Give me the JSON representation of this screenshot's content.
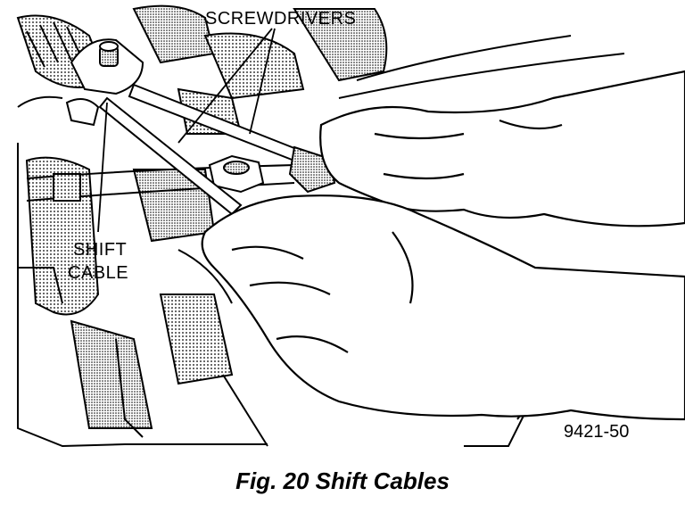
{
  "labels": {
    "screwdrivers": "SCREWDRIVERS",
    "shift_line1": "SHIFT",
    "shift_line2": "CABLE",
    "figure_code": "9421-50"
  },
  "caption": "Fig. 20 Shift Cables",
  "colors": {
    "ink": "#000000",
    "paper": "#ffffff",
    "shade": "#bdbdbd"
  }
}
